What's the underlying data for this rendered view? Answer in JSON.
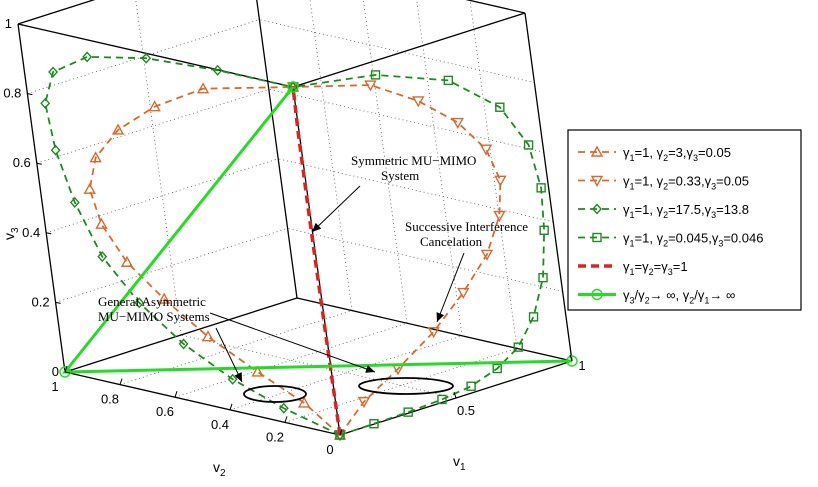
{
  "chart_data": {
    "type": "line3d",
    "xlabel": "v",
    "xlabel_sub": "1",
    "ylabel": "v",
    "ylabel_sub": "2",
    "zlabel": "v",
    "zlabel_sub": "3",
    "xlim": [
      0,
      1
    ],
    "ylim": [
      0,
      1
    ],
    "zlim": [
      0,
      1
    ],
    "x_ticks": [
      "0.5",
      "1"
    ],
    "y_ticks": [
      "0",
      "0.2",
      "0.4",
      "0.6",
      "0.8",
      "1"
    ],
    "z_ticks": [
      "0",
      "0.2",
      "0.4",
      "0.6",
      "0.8",
      "1"
    ],
    "grid": true,
    "legend_position": "outside-right",
    "annotations": [
      {
        "lines": [
          "Symmetric MU−MIMO",
          "System"
        ]
      },
      {
        "lines": [
          "Successive Interference",
          "Cancelation"
        ]
      },
      {
        "lines": [
          "General Asymmetric",
          "MU−MIMO Systems"
        ]
      }
    ],
    "series": [
      {
        "legend": [
          [
            "γ",
            "1",
            "=1, "
          ],
          [
            "γ",
            "2",
            "=3,"
          ],
          [
            "γ",
            "3",
            "=0.05"
          ]
        ],
        "color": "#d86a2c",
        "style": "dashed",
        "marker": "triangle-up",
        "points": [
          [
            0,
            0,
            0
          ],
          [
            0.002,
            0.12,
            0.07
          ],
          [
            0.003,
            0.28,
            0.13
          ],
          [
            0.005,
            0.45,
            0.2
          ],
          [
            0.01,
            0.6,
            0.28
          ],
          [
            0.02,
            0.73,
            0.36
          ],
          [
            0.035,
            0.82,
            0.45
          ],
          [
            0.05,
            0.86,
            0.54
          ],
          [
            0.07,
            0.84,
            0.63
          ],
          [
            0.09,
            0.76,
            0.72
          ],
          [
            0.1,
            0.62,
            0.81
          ],
          [
            0.09,
            0.42,
            0.9
          ],
          [
            0,
            0,
            1
          ]
        ]
      },
      {
        "legend": [
          [
            "γ",
            "1",
            "=1, "
          ],
          [
            "γ",
            "2",
            "=0.33,"
          ],
          [
            "γ",
            "3",
            "=0.05"
          ]
        ],
        "color": "#d86a2c",
        "style": "dashed",
        "marker": "triangle-down",
        "points": [
          [
            0,
            0,
            0
          ],
          [
            0.12,
            0.002,
            0.07
          ],
          [
            0.28,
            0.003,
            0.13
          ],
          [
            0.45,
            0.005,
            0.2
          ],
          [
            0.6,
            0.01,
            0.28
          ],
          [
            0.73,
            0.02,
            0.36
          ],
          [
            0.82,
            0.035,
            0.45
          ],
          [
            0.86,
            0.05,
            0.54
          ],
          [
            0.84,
            0.07,
            0.63
          ],
          [
            0.76,
            0.09,
            0.72
          ],
          [
            0.62,
            0.1,
            0.81
          ],
          [
            0.42,
            0.09,
            0.9
          ],
          [
            0,
            0,
            1
          ]
        ]
      },
      {
        "legend": [
          [
            "γ",
            "1",
            "=1, "
          ],
          [
            "γ",
            "2",
            "=17.5,"
          ],
          [
            "γ",
            "3",
            "=13.8"
          ]
        ],
        "color": "#1f8a1f",
        "style": "dashed",
        "marker": "diamond",
        "points": [
          [
            0,
            0,
            0
          ],
          [
            0.003,
            0.2,
            0.04
          ],
          [
            0.006,
            0.38,
            0.09
          ],
          [
            0.01,
            0.55,
            0.16
          ],
          [
            0.015,
            0.7,
            0.25
          ],
          [
            0.02,
            0.82,
            0.36
          ],
          [
            0.025,
            0.9,
            0.5
          ],
          [
            0.03,
            0.95,
            0.64
          ],
          [
            0.035,
            0.97,
            0.77
          ],
          [
            0.03,
            0.92,
            0.87
          ],
          [
            0.025,
            0.78,
            0.94
          ],
          [
            0.015,
            0.55,
            0.98
          ],
          [
            0.006,
            0.28,
            0.996
          ],
          [
            0,
            0,
            1
          ]
        ]
      },
      {
        "legend": [
          [
            "γ",
            "1",
            "=1, "
          ],
          [
            "γ",
            "2",
            "=0.045,"
          ],
          [
            "γ",
            "3",
            "=0.046"
          ]
        ],
        "color": "#1f8a1f",
        "style": "dashed",
        "marker": "square",
        "points": [
          [
            0,
            0,
            0
          ],
          [
            0.15,
            0.003,
            0
          ],
          [
            0.3,
            0.005,
            0.001
          ],
          [
            0.45,
            0.008,
            0.005
          ],
          [
            0.58,
            0.01,
            0.015
          ],
          [
            0.7,
            0.012,
            0.04
          ],
          [
            0.8,
            0.013,
            0.08
          ],
          [
            0.88,
            0.013,
            0.15
          ],
          [
            0.94,
            0.012,
            0.25
          ],
          [
            0.97,
            0.011,
            0.38
          ],
          [
            0.98,
            0.01,
            0.5
          ],
          [
            0.95,
            0.008,
            0.63
          ],
          [
            0.85,
            0.006,
            0.76
          ],
          [
            0.65,
            0.004,
            0.88
          ],
          [
            0.35,
            0.002,
            0.96
          ],
          [
            0,
            0,
            1
          ]
        ]
      },
      {
        "legend": [
          [
            "γ",
            "1",
            "=γ"
          ],
          [
            "",
            "2",
            "=γ"
          ],
          [
            "",
            "3",
            "=1"
          ]
        ],
        "color": "#e02020",
        "style": "bold-dashed",
        "marker": "none",
        "points": [
          [
            0,
            0,
            0
          ],
          [
            0.03,
            0.03,
            0.3
          ],
          [
            0.05,
            0.05,
            0.6
          ],
          [
            0.04,
            0.04,
            0.85
          ],
          [
            0,
            0,
            1
          ]
        ]
      },
      {
        "legend": [
          [
            "γ",
            "3",
            "/γ"
          ],
          [
            "",
            "2",
            "→ ∞, "
          ],
          [
            "γ",
            "2",
            "/γ"
          ],
          [
            "",
            "1",
            "→ ∞"
          ]
        ],
        "color": "#22dd22",
        "style": "solid",
        "marker": "circle",
        "points": [
          [
            0,
            0,
            1
          ],
          [
            0,
            1,
            0
          ],
          [
            1,
            0,
            0
          ]
        ]
      }
    ]
  }
}
